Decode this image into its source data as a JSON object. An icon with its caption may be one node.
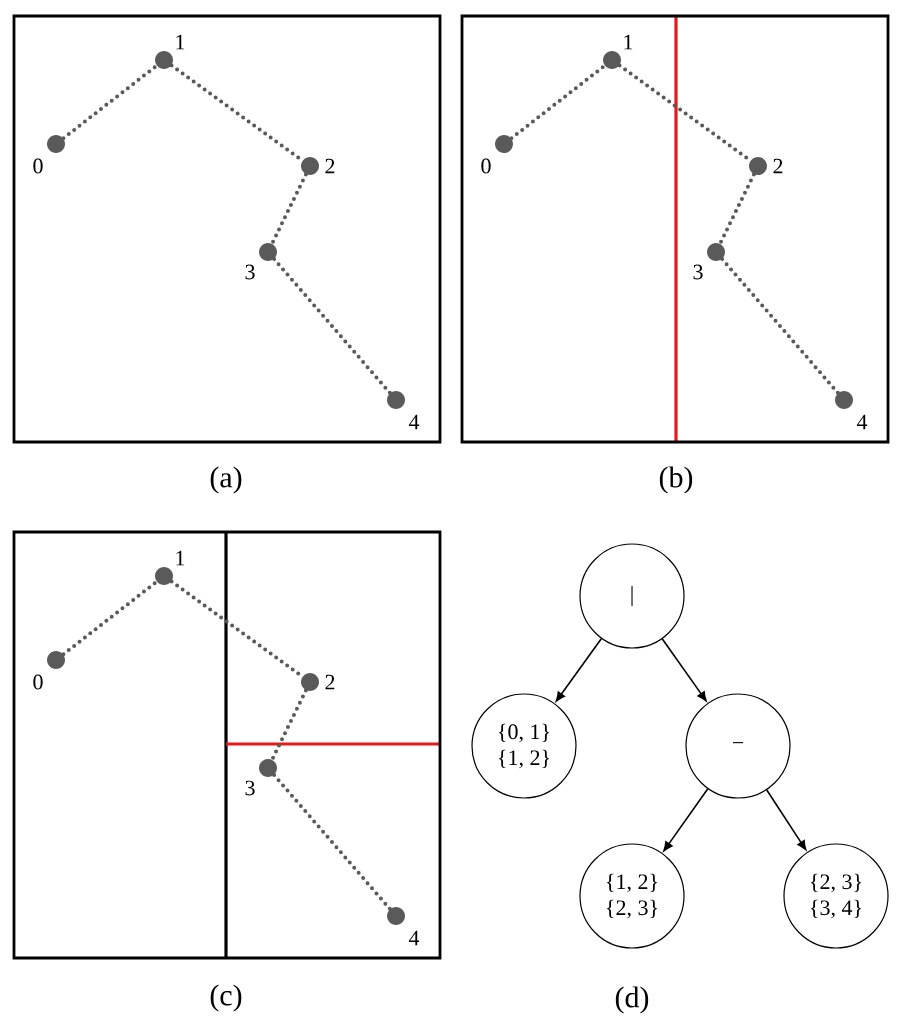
{
  "diagram": {
    "nodes": [
      {
        "text": [],
        "shape": "box"
      },
      {
        "text": [],
        "shape": "circle",
        "beside": [
          "0"
        ],
        "in": 0
      },
      {
        "text": [],
        "shape": "circle",
        "beside": [
          "1"
        ],
        "in": 0
      },
      {
        "text": [],
        "shape": "circle",
        "beside": [
          "2"
        ],
        "in": 0
      },
      {
        "text": [],
        "shape": "circle",
        "beside": [
          "3"
        ],
        "in": 0
      },
      {
        "text": [],
        "shape": "circle",
        "beside": [
          "4"
        ],
        "in": 0
      },
      {
        "text": [],
        "shape": "box"
      },
      {
        "text": [],
        "shape": "circle",
        "beside": [
          "0"
        ],
        "in": 6
      },
      {
        "text": [],
        "shape": "circle",
        "beside": [
          "1"
        ],
        "in": 6
      },
      {
        "text": [],
        "shape": "circle",
        "beside": [
          "2"
        ],
        "in": 6
      },
      {
        "text": [],
        "shape": "circle",
        "beside": [
          "3"
        ],
        "in": 6
      },
      {
        "text": [],
        "shape": "circle",
        "beside": [
          "4"
        ],
        "in": 6
      },
      {
        "text": [],
        "shape": "box"
      },
      {
        "text": [],
        "shape": "circle",
        "beside": [
          "0"
        ],
        "in": 12
      },
      {
        "text": [],
        "shape": "circle",
        "beside": [
          "1"
        ],
        "in": 12
      },
      {
        "text": [],
        "shape": "circle",
        "beside": [
          "2"
        ],
        "in": 12
      },
      {
        "text": [],
        "shape": "circle",
        "beside": [
          "3"
        ],
        "in": 12
      },
      {
        "text": [],
        "shape": "circle",
        "beside": [
          "4"
        ],
        "in": 12
      },
      {
        "text": [
          "|"
        ]
      },
      {
        "text": [
          "{0, 1}",
          "{1, 2}"
        ]
      },
      {
        "text": [
          "−"
        ]
      },
      {
        "text": [
          "{1, 2}",
          "{2, 3}"
        ]
      },
      {
        "text": [
          "{2, 3}",
          "{3, 4}"
        ]
      }
    ],
    "edges": [
      {
        "from": 1,
        "to": 2,
        "arrow": "none",
        "style": "dashed"
      },
      {
        "from": 2,
        "to": 3,
        "arrow": "none",
        "style": "dashed"
      },
      {
        "from": 3,
        "to": 4,
        "arrow": "none",
        "style": "dashed"
      },
      {
        "from": 4,
        "to": 5,
        "arrow": "none",
        "style": "dashed"
      },
      {
        "from": 7,
        "to": 8,
        "arrow": "none",
        "style": "dashed"
      },
      {
        "from": 8,
        "to": 9,
        "arrow": "none",
        "style": "dashed"
      },
      {
        "from": 9,
        "to": 10,
        "arrow": "none",
        "style": "dashed"
      },
      {
        "from": 10,
        "to": 11,
        "arrow": "none",
        "style": "dashed"
      },
      {
        "from": 13,
        "to": 14,
        "arrow": "none",
        "style": "dashed"
      },
      {
        "from": 14,
        "to": 15,
        "arrow": "none",
        "style": "dashed"
      },
      {
        "from": 15,
        "to": 16,
        "arrow": "none",
        "style": "dashed"
      },
      {
        "from": 16,
        "to": 17,
        "arrow": "none",
        "style": "dashed"
      },
      {
        "from": 18,
        "to": 19,
        "arrow": "to"
      },
      {
        "from": 18,
        "to": 20,
        "arrow": "to"
      },
      {
        "from": 20,
        "to": 21,
        "arrow": "to"
      },
      {
        "from": 20,
        "to": 22,
        "arrow": "to"
      }
    ],
    "labels": [
      "(a)",
      "(b)",
      "(c)",
      "(d)"
    ]
  }
}
